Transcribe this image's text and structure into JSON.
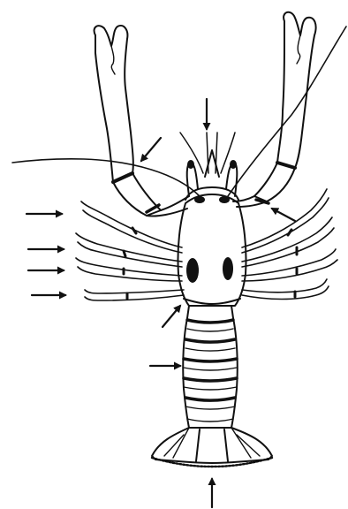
{
  "figure": {
    "subject": "crayfish-dorsal-view",
    "ink_color": "#111111",
    "paper_color": "#ffffff",
    "arrow_count": 10,
    "arrow_targets": [
      "antennule-base",
      "left-claw-carpus",
      "right-claw-carpus",
      "walking-leg-1",
      "walking-leg-2",
      "walking-leg-3",
      "walking-leg-4",
      "cervical-groove",
      "abdomen-segment",
      "telson"
    ]
  }
}
